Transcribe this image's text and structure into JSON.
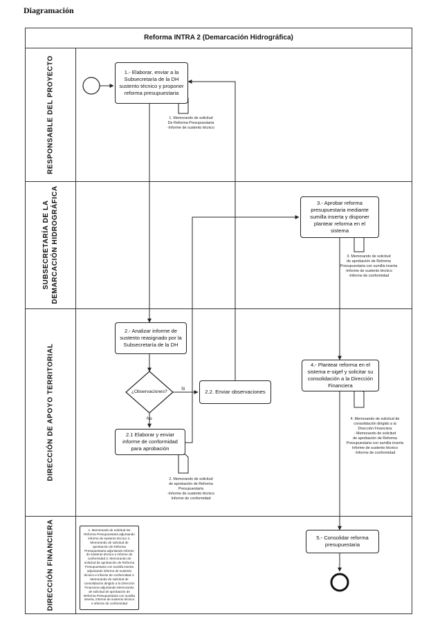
{
  "heading": "Diagramación",
  "diagram": {
    "title": "Reforma INTRA 2 (Demarcación Hidrográfica)",
    "lanes": [
      {
        "label": "RESPONSABLE DEL PROYECTO"
      },
      {
        "label_line1": "SUBSECRETARÍA DE LA",
        "label_line2": "DEMARCACIÓN HIDROGRÁFICA"
      },
      {
        "label": "DIRECCIÓN DE APOYO TERRITORIAL"
      },
      {
        "label": "DIRECCIÓN FINANCIERA"
      }
    ],
    "steps": {
      "s1": "1.- Elaborar, enviar a la Subsecretaría de la DH sustento técnico y proponer reforma presupuestaria",
      "s2": "2.- Analizar informe de sustento reasignado por la Subsecretaría de la DH",
      "decision": "¿Observaciones?",
      "s22": "2.2. Enviar observaciones",
      "s21": "2.1 Elaborar y enviar informe de conformidad para aprobación",
      "s3": "3.- Aprobar reforma presupuestaria mediante sumilla inserta y disponer plantear reforma en el sistema",
      "s4": "4.- Plantear reforma en el sistema e-sigef y solicitar su consolidación a la Dirección Financiera",
      "s5": "5.- Consolidar reforma presupuestaria"
    },
    "branch_labels": {
      "yes": "Si",
      "no": "No"
    },
    "notes": {
      "n1": [
        "1. Memorando de solicitud",
        "De Reforma Presupuestaria",
        "-Informe de sustento técnico"
      ],
      "n3": [
        "3. Memorando de solicitud",
        "de aprobación de Reforma",
        "Presupuestaria con sumilla inserta",
        "-Informe de sustento técnico",
        "-Informe de conformidad"
      ],
      "n4": [
        "4. Memorando de solicitud de",
        "consolidación dirigido a la",
        "Dirección Financiera",
        "- Memorando de solicitud",
        "de aprobación de Reforma",
        "Presupuestaria con sumilla inserta",
        "Informe de sustento técnico",
        "-Informe de conformidad"
      ],
      "n21": [
        "2. Memorando de solicitud",
        "de aprobación de Reforma",
        "Presupuestaria",
        "-Informe de sustento técnico",
        "Informe de conformidad"
      ]
    },
    "legend": "1. Memorando de solicitud De Reforma Presupuestaria adjuntando informe de sustento técnico 2. Memorando de solicitud de aprobación de Reforma Presupuestaria adjuntando informe de sustento técnico e informe de conformidad 3. Memorando de solicitud de aprobación de Reforma Presupuestaria con sumilla inserta adjuntando informe de sustento técnico e informe de conformidad 4. Memorando de solicitud de consolidación dirigido a la Dirección Financiera adjuntando Memorando de solicitud de aprobación de Reforma Presupuestaria con sumilla inserta, informe de sustento técnico e informe de conformidad"
  }
}
